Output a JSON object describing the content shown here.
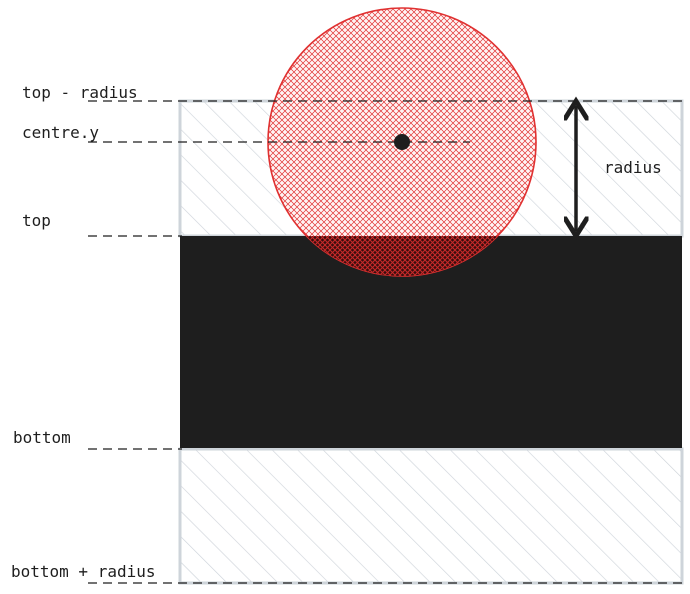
{
  "labels": {
    "top_minus_radius": "top - radius",
    "centre_y": "centre.y",
    "top": "top",
    "bottom": "bottom",
    "bottom_plus_radius": "bottom + radius",
    "radius": "radius"
  },
  "colors": {
    "rect_fill": "#1e1e1e",
    "zone_border": "#ced4da",
    "zone_hatch": "#ced4da",
    "circle_stroke": "#e03131",
    "circle_hatch": "#e03131",
    "dashed_line": "#1e1e1e",
    "text": "#1e1e1e"
  }
}
